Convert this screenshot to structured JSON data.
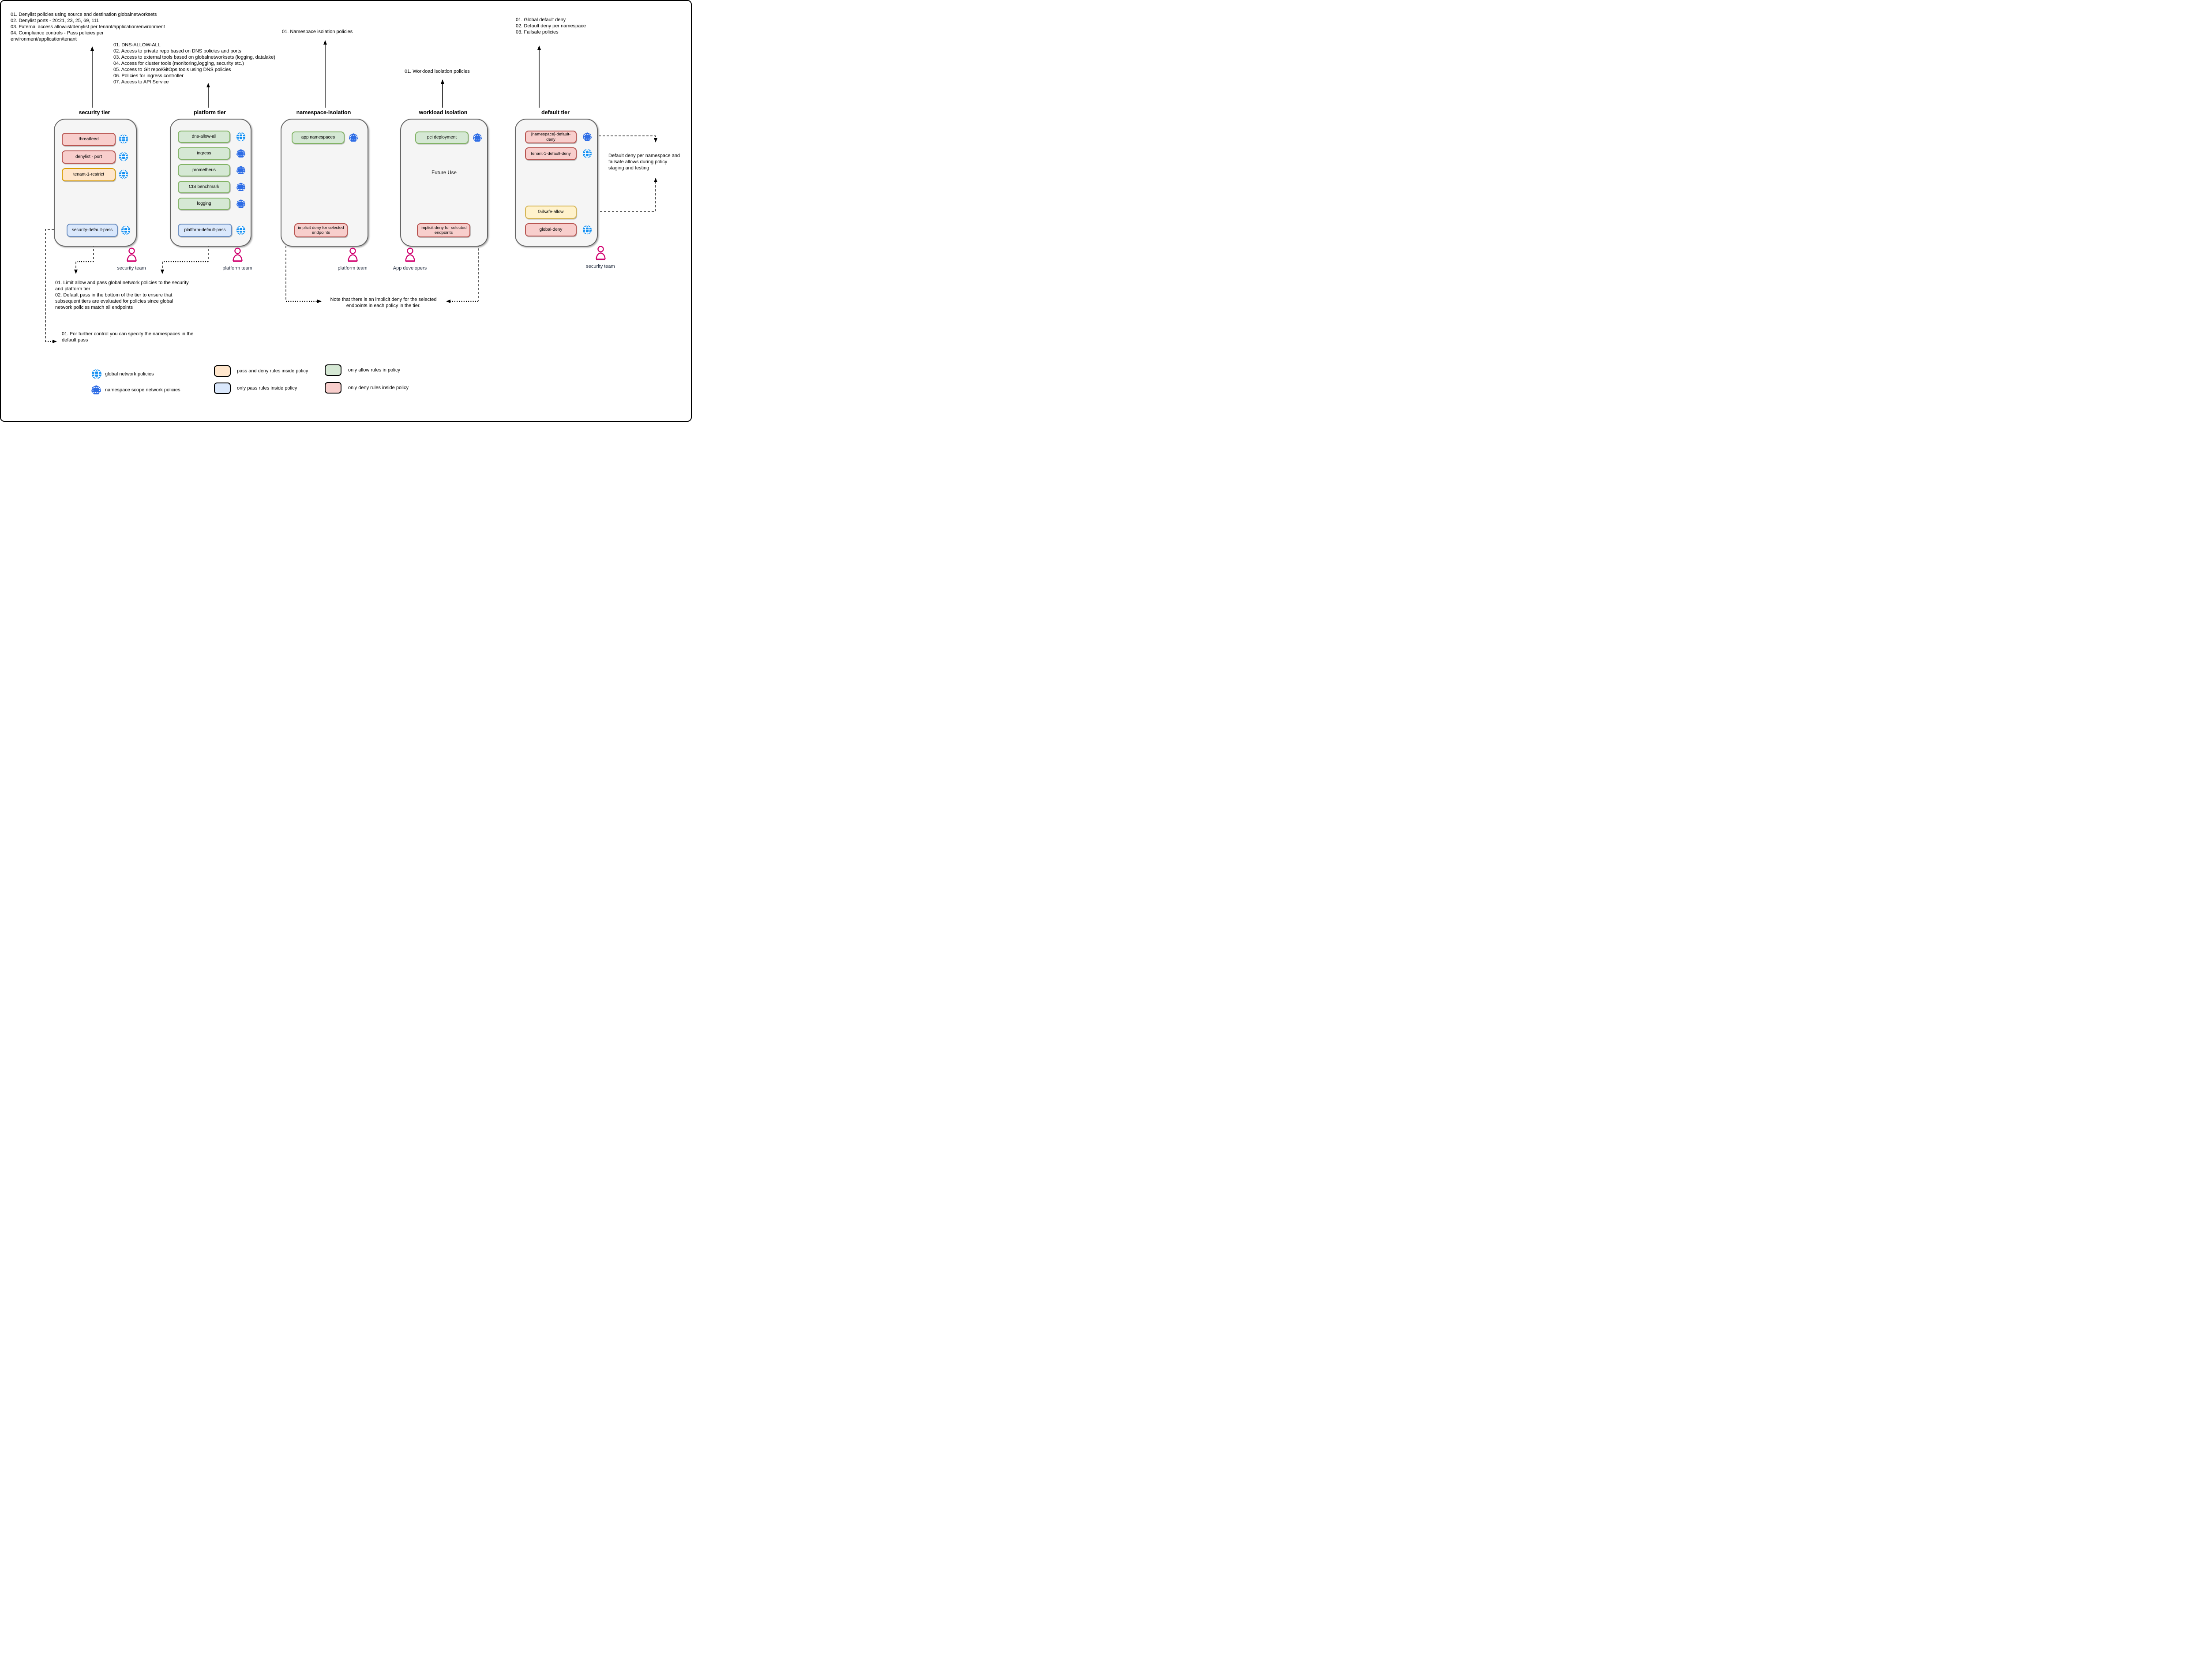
{
  "notes": {
    "security_tier_note": "01. Denylist policies using source and destination globalnetworksets\n02. Denylist ports - 20:21, 23, 25, 69, 111\n03. External access allowlist/denylist per tenant/application/environment\n04. Compliance controls - Pass policies per\nenvironment/application/tenant",
    "platform_tier_note": "01. DNS-ALLOW-ALL\n02. Access to private repo based on DNS policies and ports\n03. Access to external tools based on globalnetworksets (logging, datalake)\n04. Access for cluster tools (monitoring,logging, security etc.)\n05. Access to Git repo/GitOps tools using DNS policies\n06. Policies for ingress controller\n07. Access to API Service",
    "namespace_isolation_note": "01. Namespace isolation policies",
    "workload_isolation_note": "01. Workload isolation policies",
    "default_tier_note": "01. Global default deny\n02. Default deny per namespace\n03. Failsafe policies",
    "limit_allow_note": "01. Limit allow and pass global network policies to the security\nand platform tier\n02. Default pass in the bottom of the tier to ensure that\nsubsequent tiers are evaluated for policies since global\nnetwork policies match all endpoints",
    "further_control_note": "01. For further control you can specify the namespaces in the\ndefault pass",
    "implicit_deny_note": "Note that there is an implicit deny for the selected\nendpoints in each policy in the tier.",
    "default_deny_failsafe_note": "Default deny per namespace and\nfailsafe allows during policy\nstaging and testing"
  },
  "tiers": [
    {
      "title": "security tier",
      "team": "security team",
      "policies": [
        {
          "label": "threatfeed",
          "rule_type": "only deny",
          "scope_icon": "global-network-policy-icon"
        },
        {
          "label": "denylist - port",
          "rule_type": "only deny",
          "scope_icon": "global-network-policy-icon"
        },
        {
          "label": "tenant-1-restrict",
          "rule_type": "pass and deny",
          "scope_icon": "global-network-policy-icon"
        },
        {
          "label": "security-default-pass",
          "rule_type": "only pass",
          "scope_icon": "global-network-policy-icon"
        }
      ]
    },
    {
      "title": "platform tier",
      "team": "platform team",
      "policies": [
        {
          "label": "dns-allow-all",
          "rule_type": "only allow",
          "scope_icon": "global-network-policy-icon"
        },
        {
          "label": "ingress",
          "rule_type": "only allow",
          "scope_icon": "namespace-scope-policy-icon"
        },
        {
          "label": "prometheus",
          "rule_type": "only allow",
          "scope_icon": "namespace-scope-policy-icon"
        },
        {
          "label": "CIS benchmark",
          "rule_type": "only allow",
          "scope_icon": "namespace-scope-policy-icon"
        },
        {
          "label": "logging",
          "rule_type": "only allow",
          "scope_icon": "namespace-scope-policy-icon"
        },
        {
          "label": "platform-default-pass",
          "rule_type": "only pass",
          "scope_icon": "global-network-policy-icon"
        }
      ]
    },
    {
      "title": "namespace-isolation",
      "team": "platform team",
      "policies": [
        {
          "label": "app namespaces",
          "rule_type": "only allow",
          "scope_icon": "namespace-scope-policy-icon"
        },
        {
          "label": "implicit deny for selected endpoints",
          "rule_type": "only deny"
        }
      ]
    },
    {
      "title": "workload isolation",
      "team": "App developers",
      "center_label": "Future Use",
      "policies": [
        {
          "label": "pci deployment",
          "rule_type": "only allow",
          "scope_icon": "namespace-scope-policy-icon"
        },
        {
          "label": "implicit deny for selected endpoints",
          "rule_type": "only deny"
        }
      ]
    },
    {
      "title": "default tier",
      "team": "security team",
      "policies": [
        {
          "label": "[namespace]-default-deny",
          "rule_type": "only deny",
          "scope_icon": "namespace-scope-policy-icon"
        },
        {
          "label": "tenant-1-default-deny",
          "rule_type": "only deny",
          "scope_icon": "global-network-policy-icon"
        },
        {
          "label": "failsafe-allow",
          "rule_type": "pass and deny",
          "scope_icon": null
        },
        {
          "label": "global-deny",
          "rule_type": "only deny",
          "scope_icon": "global-network-policy-icon"
        }
      ]
    }
  ],
  "legend": {
    "global_icon_label": "global network policies",
    "namespace_icon_label": "namespace scope network policies",
    "orange_label": "pass and deny rules inside policy",
    "blue_label": "only pass rules inside policy",
    "green_label": "only allow rules in policy",
    "red_label": "only deny rules inside policy"
  },
  "colors": {
    "deny_fill": "#f8cecc",
    "deny_border": "#b85450",
    "pass_deny_fill": "#ffe6cc",
    "pass_deny_border": "#d79b00",
    "failsafe_fill": "#fff2cc",
    "failsafe_border": "#d6b656",
    "allow_fill": "#d5e8d4",
    "allow_border": "#82b366",
    "pass_fill": "#dae8fc",
    "pass_border": "#6c8ebf",
    "tier_fill": "#f5f5f5",
    "tier_border": "#666666",
    "global_icon_blue": "#128ff2",
    "namespace_icon_blue": "#2d6ce5",
    "person_pink": "#d0006f"
  }
}
